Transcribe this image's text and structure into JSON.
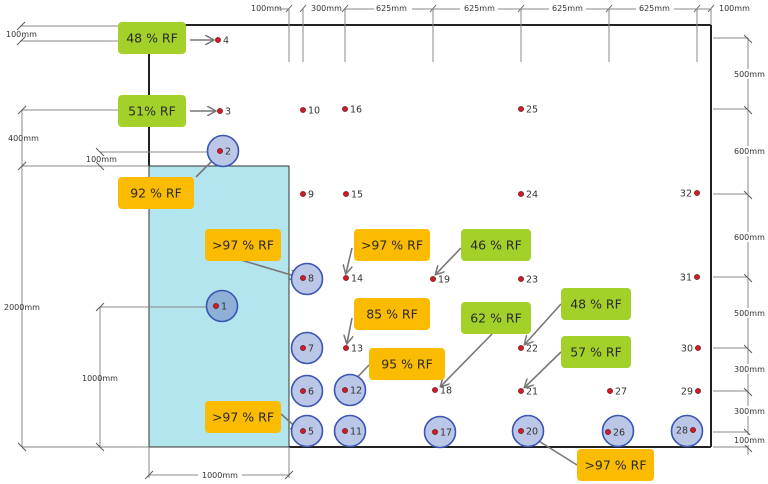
{
  "title": "Measurement point layout with RF readings",
  "colors": {
    "wall": "#222222",
    "zone_fill": "#b3e5ee",
    "zone_border": "#333333",
    "circle_fill": "#bac7e6",
    "circle_fill_dark": "#8fb0d6",
    "circle_border": "#3a55b4",
    "point": "#d11a2a",
    "box_green": "#a3d12a",
    "box_orange": "#fbbb00",
    "arrow": "#777777",
    "dimension": "#888888"
  },
  "dimensions": {
    "top": [
      "100mm",
      "300mm",
      "625mm",
      "625mm",
      "625mm",
      "625mm",
      "100mm"
    ],
    "right": [
      "500mm",
      "600mm",
      "600mm",
      "500mm",
      "300mm",
      "300mm",
      "100mm"
    ],
    "left": [
      {
        "label": "100mm",
        "id": "left-100-top"
      },
      {
        "label": "400mm",
        "id": "left-400"
      },
      {
        "label": "100mm",
        "id": "left-100-mid"
      },
      {
        "label": "2000mm",
        "id": "left-2000"
      },
      {
        "label": "1000mm",
        "id": "left-1000"
      }
    ],
    "bottom": [
      "1000mm"
    ]
  },
  "points": [
    {
      "id": "1",
      "circled": true,
      "dark": true
    },
    {
      "id": "2",
      "circled": true
    },
    {
      "id": "3",
      "circled": false
    },
    {
      "id": "4",
      "circled": false
    },
    {
      "id": "5",
      "circled": true
    },
    {
      "id": "6",
      "circled": true
    },
    {
      "id": "7",
      "circled": true
    },
    {
      "id": "8",
      "circled": true
    },
    {
      "id": "9",
      "circled": false
    },
    {
      "id": "10",
      "circled": false
    },
    {
      "id": "11",
      "circled": true
    },
    {
      "id": "12",
      "circled": true
    },
    {
      "id": "13",
      "circled": false
    },
    {
      "id": "14",
      "circled": false
    },
    {
      "id": "15",
      "circled": false
    },
    {
      "id": "16",
      "circled": false
    },
    {
      "id": "17",
      "circled": true
    },
    {
      "id": "18",
      "circled": false
    },
    {
      "id": "19",
      "circled": false
    },
    {
      "id": "20",
      "circled": true
    },
    {
      "id": "21",
      "circled": false
    },
    {
      "id": "22",
      "circled": false
    },
    {
      "id": "23",
      "circled": false
    },
    {
      "id": "24",
      "circled": false
    },
    {
      "id": "25",
      "circled": false
    },
    {
      "id": "26",
      "circled": true
    },
    {
      "id": "27",
      "circled": false
    },
    {
      "id": "28",
      "circled": true
    },
    {
      "id": "29",
      "circled": false
    },
    {
      "id": "30",
      "circled": false
    },
    {
      "id": "31",
      "circled": false
    },
    {
      "id": "32",
      "circled": false
    }
  ],
  "readings": [
    {
      "label": "48 % RF",
      "color": "green",
      "target": "4"
    },
    {
      "label": "51% RF",
      "color": "green",
      "target": "3"
    },
    {
      "label": "92 % RF",
      "color": "orange",
      "target": "2"
    },
    {
      "label": ">97 % RF",
      "color": "orange",
      "target": "8"
    },
    {
      "label": ">97 % RF",
      "color": "orange",
      "target": "14"
    },
    {
      "label": "46 % RF",
      "color": "green",
      "target": "19"
    },
    {
      "label": "85 % RF",
      "color": "orange",
      "target": "13"
    },
    {
      "label": "62 % RF",
      "color": "green",
      "target": "18"
    },
    {
      "label": "48 % RF",
      "color": "green",
      "target": "22"
    },
    {
      "label": "95 % RF",
      "color": "orange",
      "target": "12"
    },
    {
      "label": "57 % RF",
      "color": "green",
      "target": "21"
    },
    {
      "label": ">97 % RF",
      "color": "orange",
      "target": "5"
    },
    {
      "label": ">97 % RF",
      "color": "orange",
      "target": "20"
    }
  ]
}
